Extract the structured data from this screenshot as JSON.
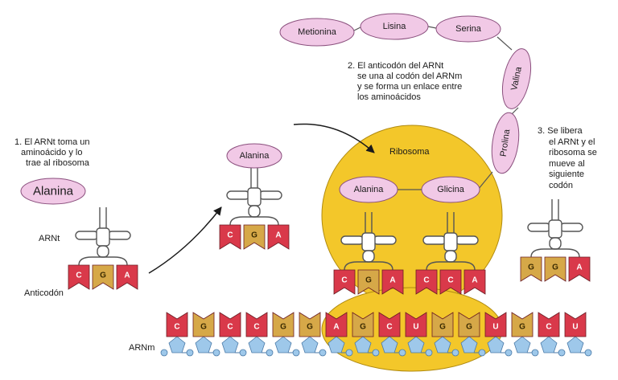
{
  "labels": {
    "step1": [
      "1. El ARNt toma un",
      "aminoácido y lo",
      "trae al ribosoma"
    ],
    "step2": [
      "2. El anticodón del ARNt",
      "se una al codón del ARNm",
      "y se forma un enlace entre",
      "los aminoácidos"
    ],
    "step3": [
      "3. Se libera",
      "el ARNt y el",
      "ribosoma se",
      "mueve al",
      "siguiente",
      "codón"
    ],
    "arnt": "ARNt",
    "anticodon": "Anticodón",
    "arnm": "ARNm",
    "ribosome": "Ribosoma"
  },
  "free_amino_acid": "Alanina",
  "peptide_chain": [
    "Metionina",
    "Lisina",
    "Serina",
    "Valina",
    "Prolina"
  ],
  "ribosome_amino_acids": [
    "Alanina",
    "Glicina"
  ],
  "incoming_trna_amino_acid": "Alanina",
  "anticodons": {
    "left_trna": [
      "C",
      "G",
      "A"
    ],
    "incoming_trna": [
      "C",
      "G",
      "A"
    ],
    "ribosome_trna_1": [
      "C",
      "G",
      "A"
    ],
    "ribosome_trna_2": [
      "C",
      "C",
      "A"
    ],
    "released_trna": [
      "G",
      "G",
      "A"
    ]
  },
  "mrna_bases": [
    "C",
    "G",
    "C",
    "C",
    "G",
    "G",
    "A",
    "G",
    "C",
    "U",
    "G",
    "G",
    "U",
    "G",
    "C",
    "U"
  ],
  "colors": {
    "red": "#d9394a",
    "tan": "#d6a848",
    "pink": "#f1c9e6",
    "ribosome": "#f3c72a",
    "backbone": "#9ec8ea"
  }
}
